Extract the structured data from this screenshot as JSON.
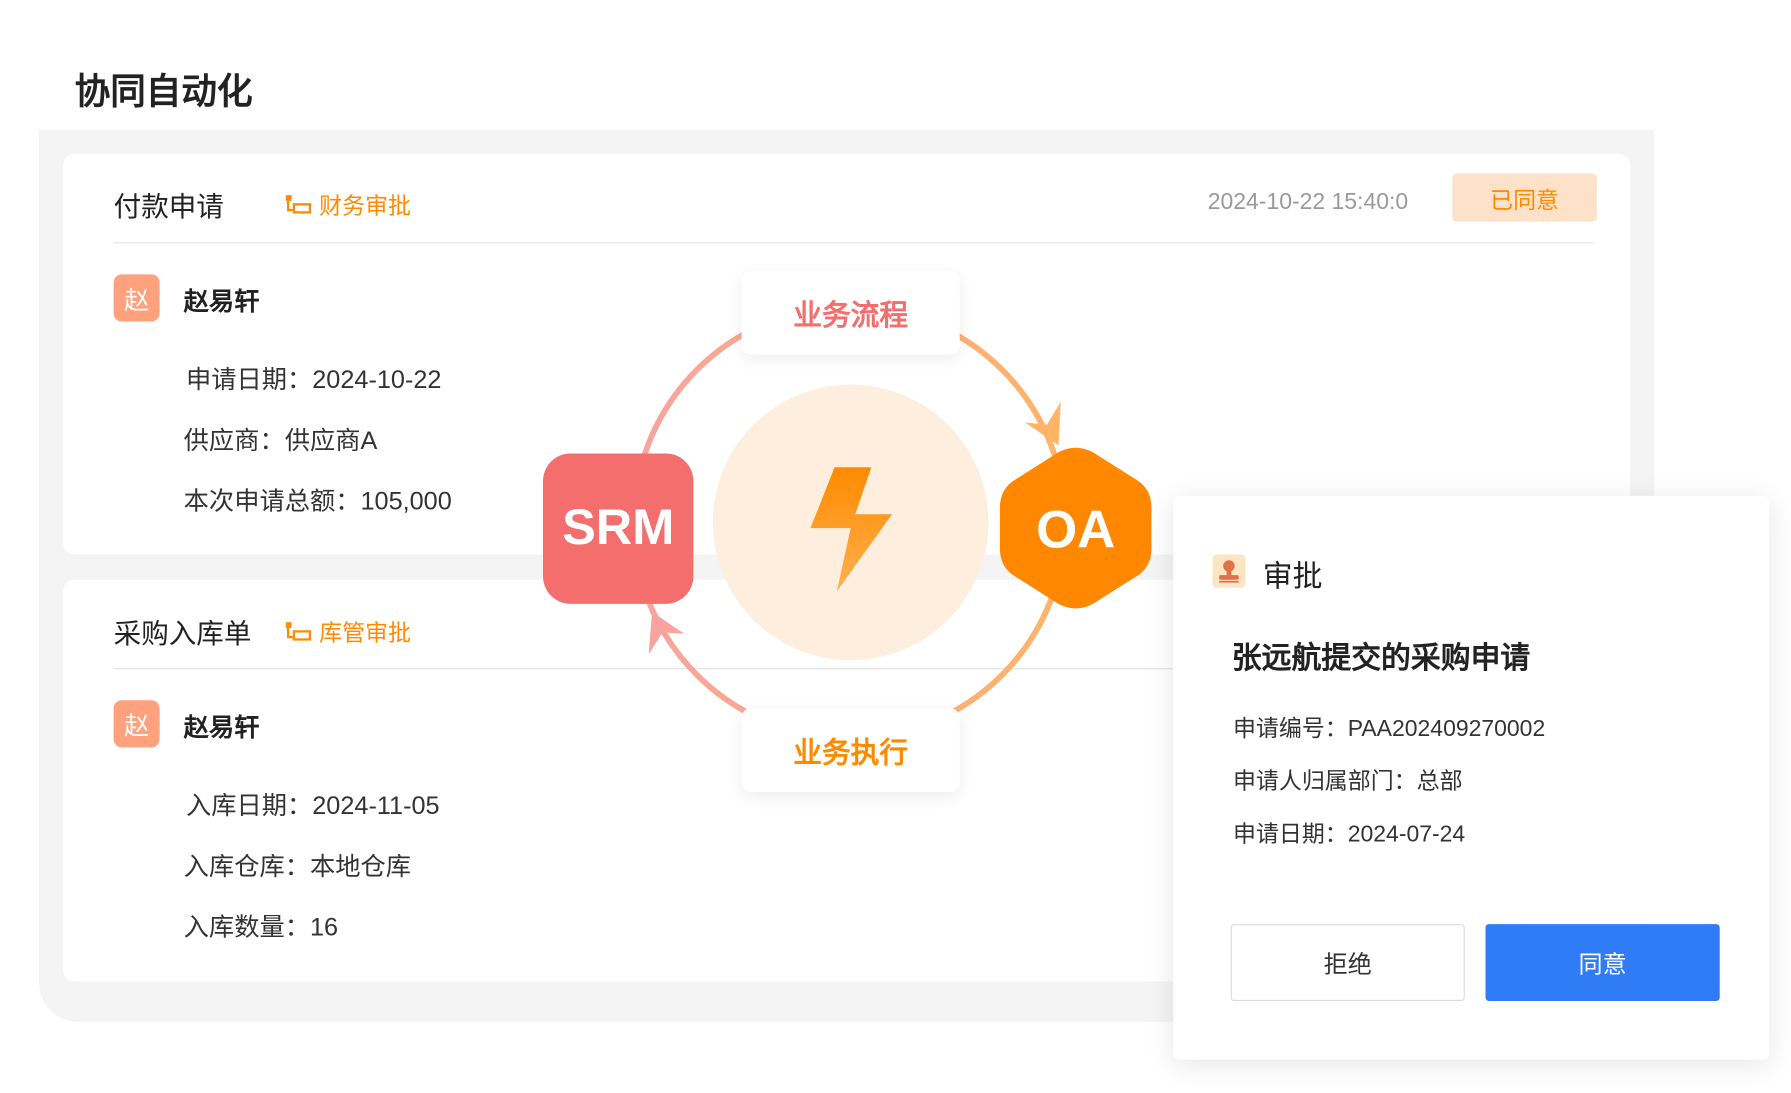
{
  "page_title": "协同自动化",
  "card1": {
    "title": "付款申请",
    "tag": "财务审批",
    "timestamp": "2024-10-22 15:40:0",
    "status": "已同意",
    "avatar": "赵",
    "name": "赵易轩",
    "fields": [
      "申请日期：2024-10-22",
      "供应商：供应商A",
      "本次申请总额：105,000"
    ]
  },
  "card2": {
    "title": "采购入库单",
    "tag": "库管审批",
    "avatar": "赵",
    "name": "赵易轩",
    "fields": [
      "入库日期：2024-11-05",
      "入库仓库：本地仓库",
      "入库数量：16"
    ]
  },
  "diagram": {
    "top_label": "业务流程",
    "bottom_label": "业务执行",
    "left_node": "SRM",
    "right_node": "OA",
    "center_icon": "lightning-icon"
  },
  "popup": {
    "header": "审批",
    "title": "张远航提交的采购申请",
    "fields": [
      "申请编号：PAA202409270002",
      "申请人归属部门：总部",
      "申请日期：2024-07-24"
    ],
    "reject": "拒绝",
    "approve": "同意"
  },
  "colors": {
    "orange": "#ff8a00",
    "srm": "#f46e6e",
    "blue": "#2f7cf6"
  }
}
